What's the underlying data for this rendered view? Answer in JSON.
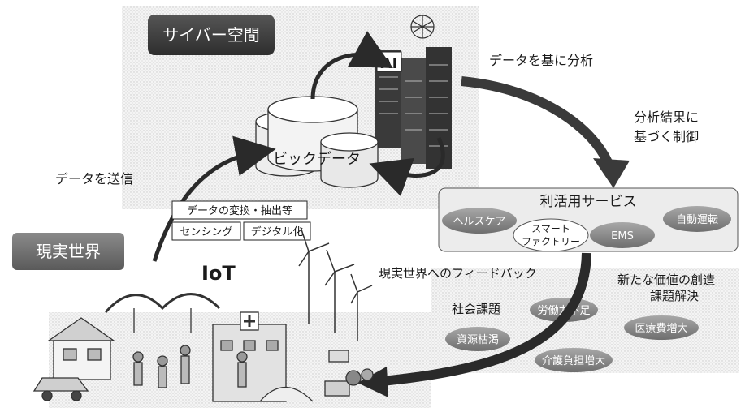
{
  "cyber_space": {
    "label": "サイバー空間"
  },
  "real_world": {
    "label": "現実世界"
  },
  "big_data": {
    "label": "ビックデータ"
  },
  "ai": {
    "label": "AI"
  },
  "flows": {
    "analyze": "データを基に分析",
    "control_line1": "分析結果に",
    "control_line2": "基づく制御",
    "send": "データを送信",
    "feedback": "現実世界へのフィードバック"
  },
  "iot": {
    "label": "IoT",
    "tag_convert": "データの変換・抽出等",
    "tag_sensing": "センシング",
    "tag_digital": "デジタル化"
  },
  "services": {
    "title": "利活用サービス",
    "items": [
      "ヘルスケア",
      "スマート",
      "ファクトリー",
      "EMS",
      "自動運転"
    ]
  },
  "issues": {
    "title": "社会課題",
    "value_line1": "新たな価値の創造",
    "value_line2": "課題解決",
    "items": [
      "労働力不足",
      "資源枯渇",
      "医療費増大",
      "介護負担増大"
    ]
  },
  "colors": {
    "cyber_box": "#3b3b3b",
    "real_box": "#6a6a6a",
    "ellipse": "#8a8a8a",
    "arrow": "#2a2a2a",
    "service_panel": "#eeeeee"
  }
}
